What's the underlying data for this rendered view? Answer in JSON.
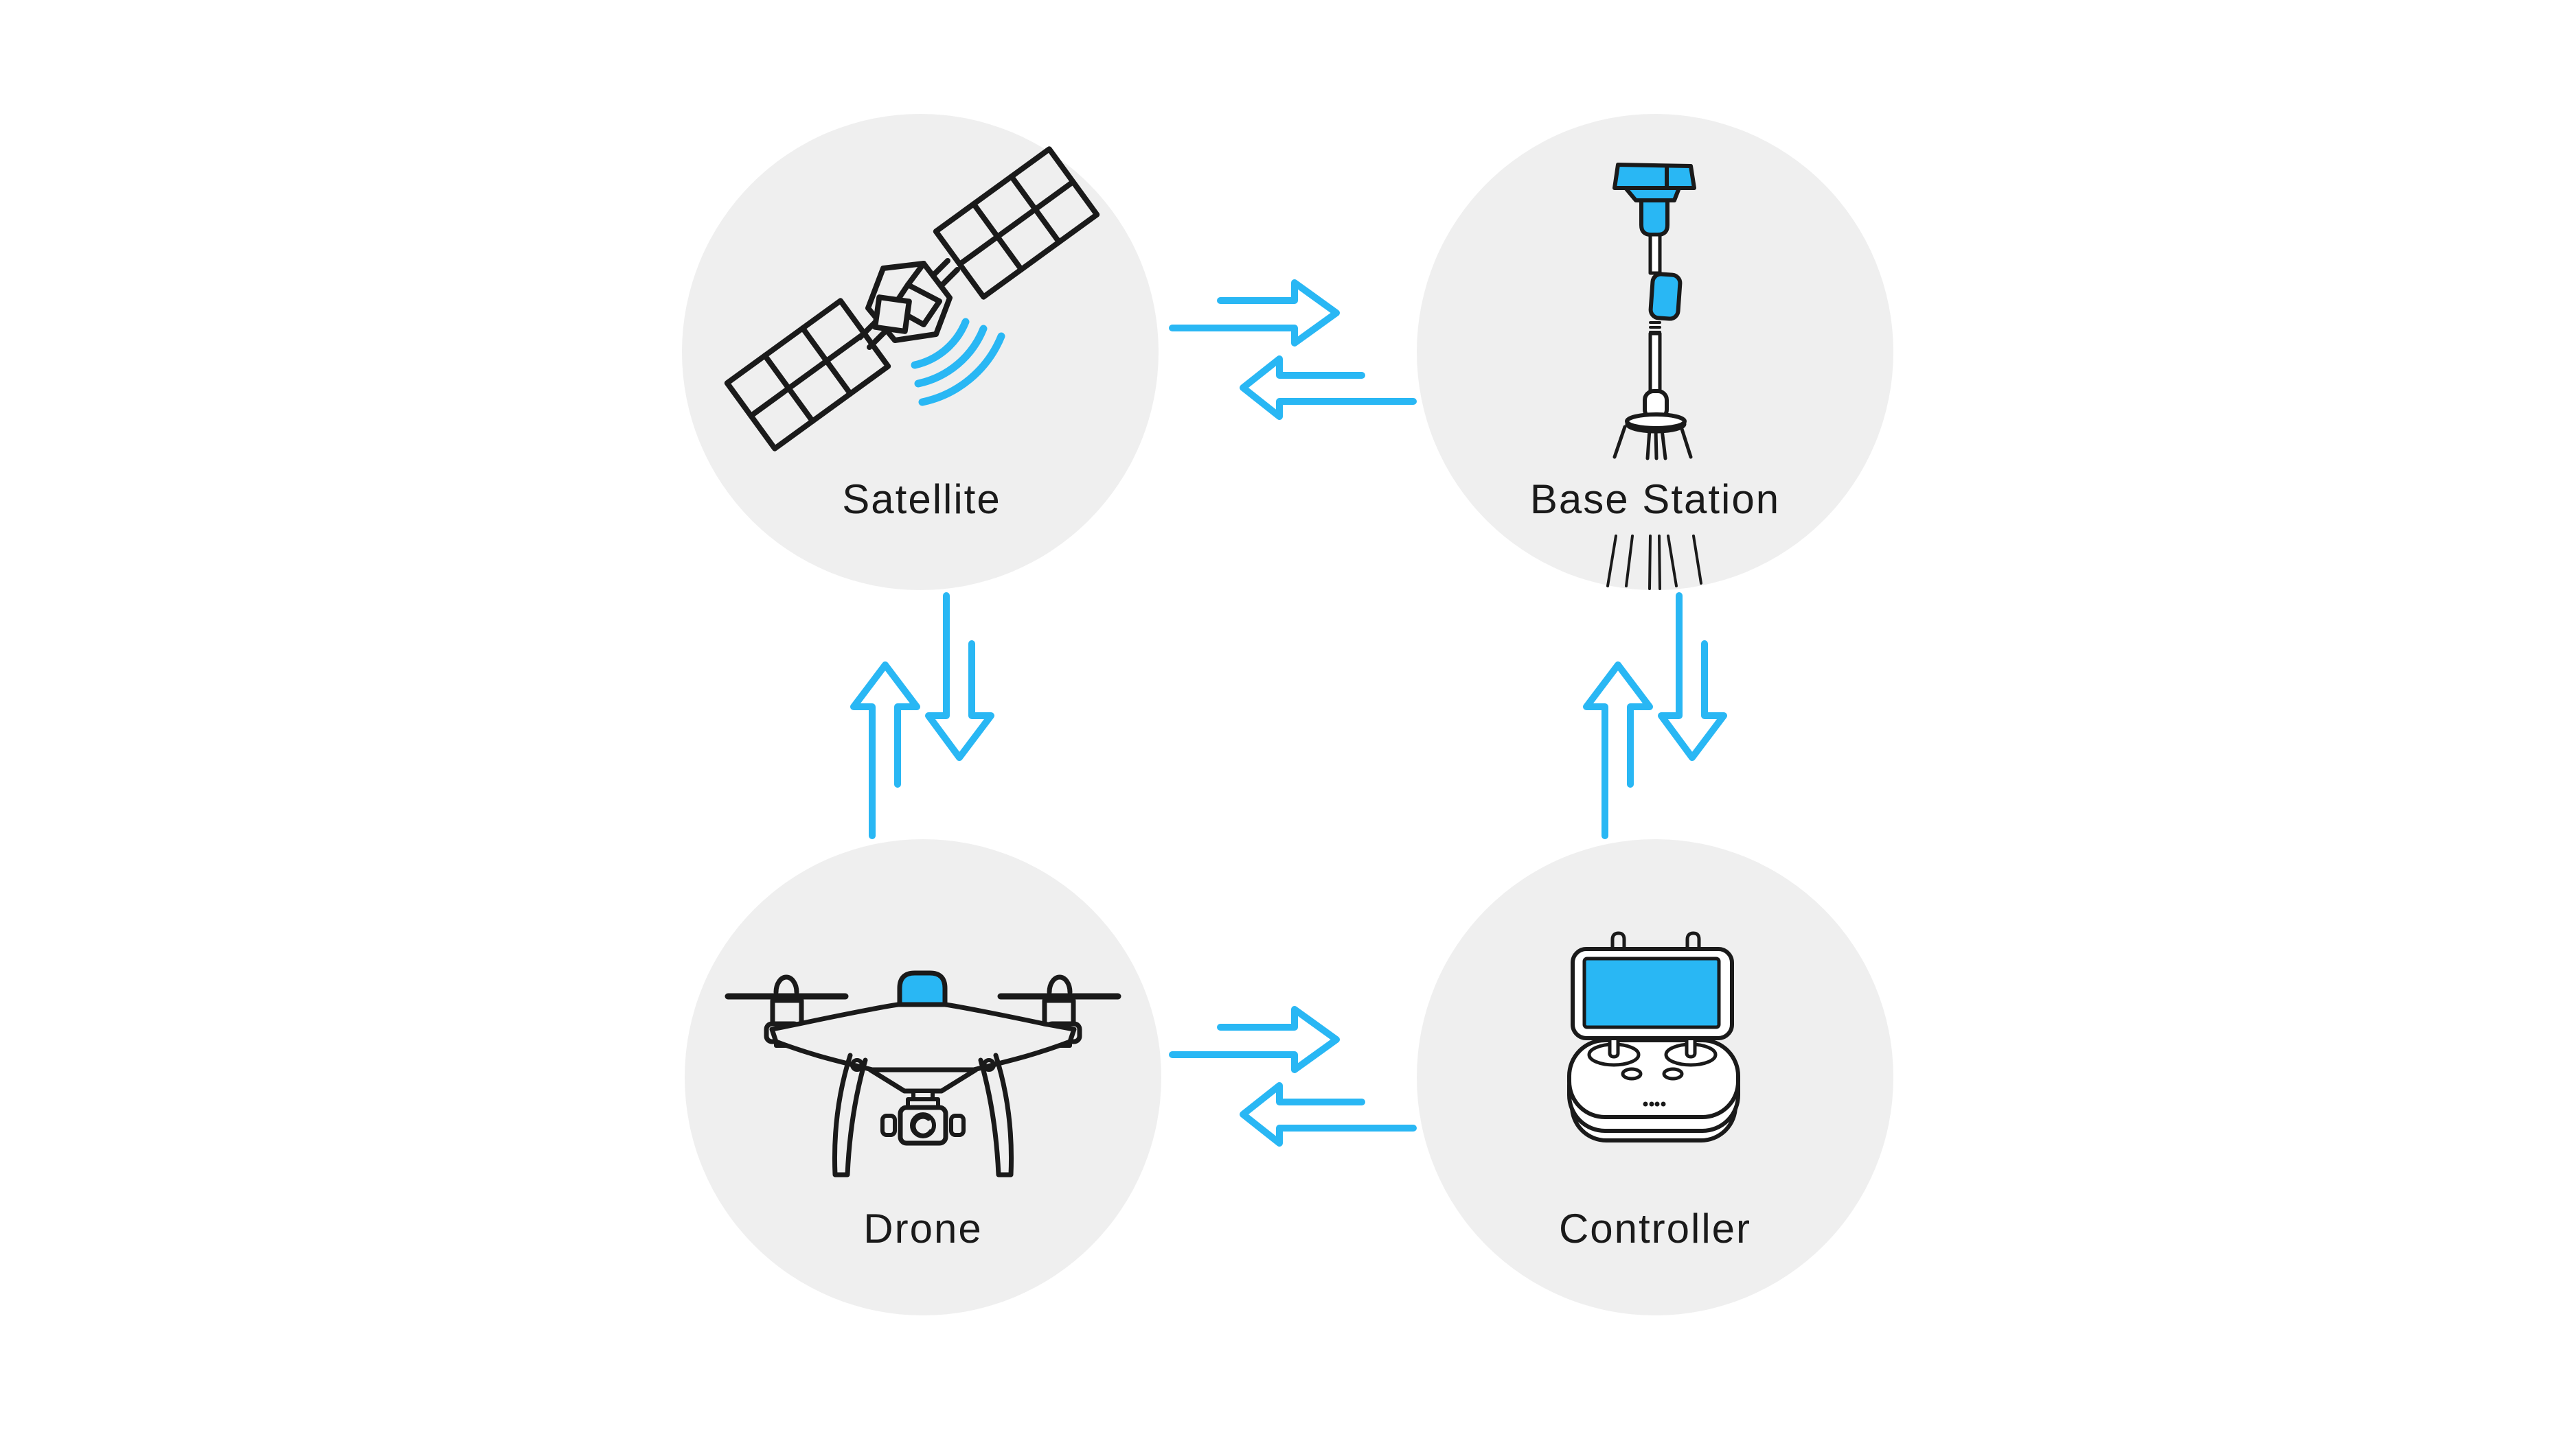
{
  "diagram": {
    "title": "",
    "colors": {
      "accent": "#29b7f4",
      "node_fill": "#efefef",
      "ink": "#1a1a1a",
      "background": "#ffffff"
    },
    "nodes": [
      {
        "id": "satellite",
        "label": "Satellite",
        "icon": "satellite-icon"
      },
      {
        "id": "base-station",
        "label": "Base Station",
        "icon": "base-station-icon"
      },
      {
        "id": "drone",
        "label": "Drone",
        "icon": "drone-icon"
      },
      {
        "id": "controller",
        "label": "Controller",
        "icon": "controller-icon"
      }
    ],
    "links": [
      {
        "from": "satellite",
        "to": "base-station",
        "bidirectional": true,
        "style": "double-open-arrows"
      },
      {
        "from": "satellite",
        "to": "drone",
        "bidirectional": true,
        "style": "double-open-arrows"
      },
      {
        "from": "base-station",
        "to": "controller",
        "bidirectional": true,
        "style": "double-open-arrows"
      },
      {
        "from": "drone",
        "to": "controller",
        "bidirectional": true,
        "style": "double-open-arrows"
      }
    ]
  }
}
